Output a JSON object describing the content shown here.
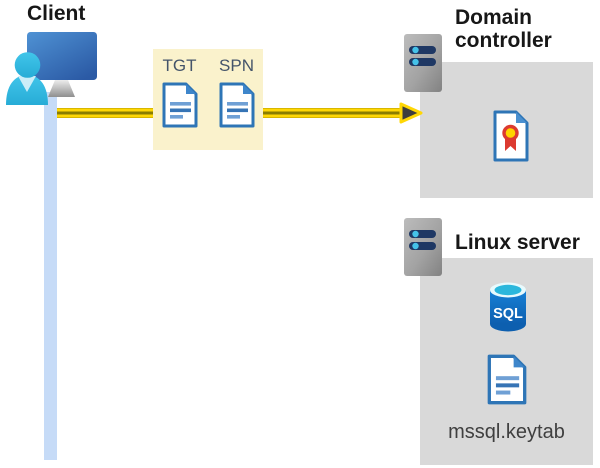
{
  "client": {
    "label": "Client"
  },
  "tickets": {
    "tgt_label": "TGT",
    "spn_label": "SPN"
  },
  "domain_controller": {
    "title": "Domain controller"
  },
  "linux_server": {
    "title": "Linux server",
    "sql_label": "SQL",
    "keytab_label": "mssql.keytab"
  },
  "colors": {
    "arrow_yellow": "#FFD705",
    "arrow_stripe": "#8A7D00",
    "arrowhead_dark": "#3E3E3E",
    "ticket_box_yellow": "#FAF2CC",
    "zone_gray": "#D9D9D9",
    "document_blue": "#2E75B6",
    "server_bar_navy": "#1F3864",
    "server_led_cyan": "#45C2E9",
    "person_cyan": "#35BCE2",
    "timeline_blue": "#C6DBF7",
    "sql_body_blue": "#1273CC",
    "sql_top_cyan": "#2BB7DC",
    "certificate_red": "#DC3A30",
    "certificate_yellow": "#FFD400",
    "heading_text": "#171717",
    "ticket_text": "#44546A",
    "keytab_text": "#3F3F3F"
  }
}
